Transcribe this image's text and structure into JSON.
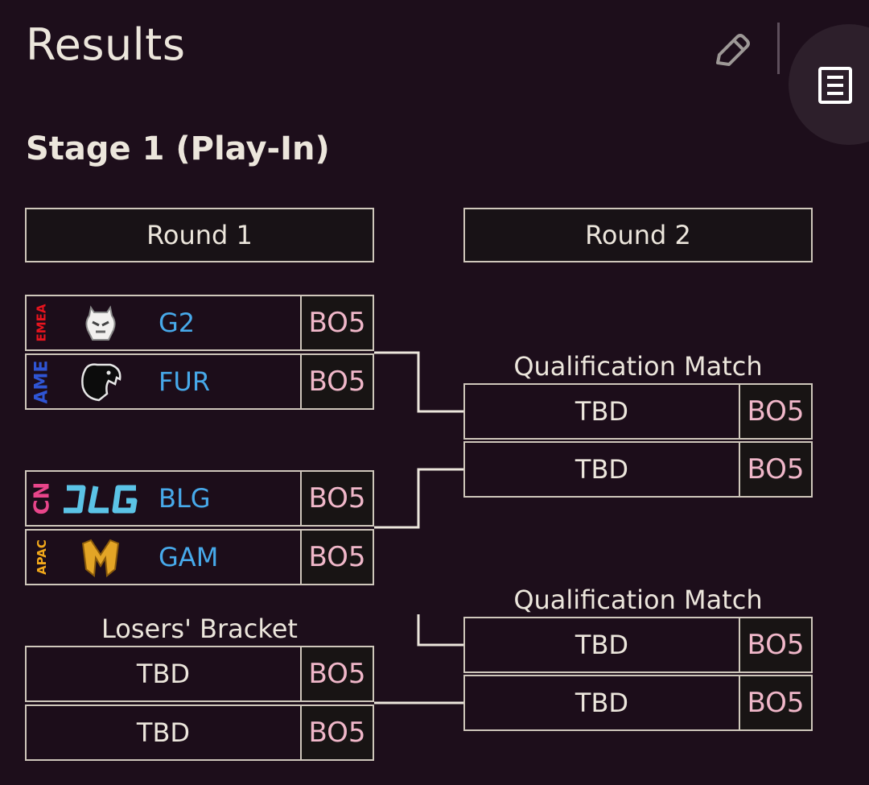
{
  "header": {
    "title": "Results"
  },
  "stage": {
    "title": "Stage 1 (Play-In)"
  },
  "rounds": [
    {
      "label": "Round 1"
    },
    {
      "label": "Round 2"
    }
  ],
  "round1": {
    "matches": [
      {
        "teams": [
          {
            "region": "EMEA",
            "region_color": "#e8141e",
            "name": "G2",
            "logo": "g2-samurai-icon",
            "format": "BO5"
          },
          {
            "region": "AME",
            "region_color": "#2f55d4",
            "name": "FUR",
            "logo": "furia-panther-icon",
            "format": "BO5"
          }
        ]
      },
      {
        "teams": [
          {
            "region": "CN",
            "region_color": "#e8458a",
            "name": "BLG",
            "logo": "blg-wordmark-icon",
            "format": "BO5"
          },
          {
            "region": "APAC",
            "region_color": "#f2a81a",
            "name": "GAM",
            "logo": "gam-m-icon",
            "format": "BO5"
          }
        ]
      }
    ],
    "losers_bracket": {
      "label": "Losers' Bracket",
      "slots": [
        {
          "team": "TBD",
          "format": "BO5"
        },
        {
          "team": "TBD",
          "format": "BO5"
        }
      ]
    }
  },
  "round2": {
    "matches": [
      {
        "label": "Qualification Match",
        "slots": [
          {
            "team": "TBD",
            "format": "BO5"
          },
          {
            "team": "TBD",
            "format": "BO5"
          }
        ]
      },
      {
        "label": "Qualification Match",
        "slots": [
          {
            "team": "TBD",
            "format": "BO5"
          },
          {
            "team": "TBD",
            "format": "BO5"
          }
        ]
      }
    ]
  },
  "colors": {
    "background": "#1d0e1b",
    "team_name": "#47a9ea",
    "format": "#f0b7c9",
    "border": "#cfc7bb"
  }
}
